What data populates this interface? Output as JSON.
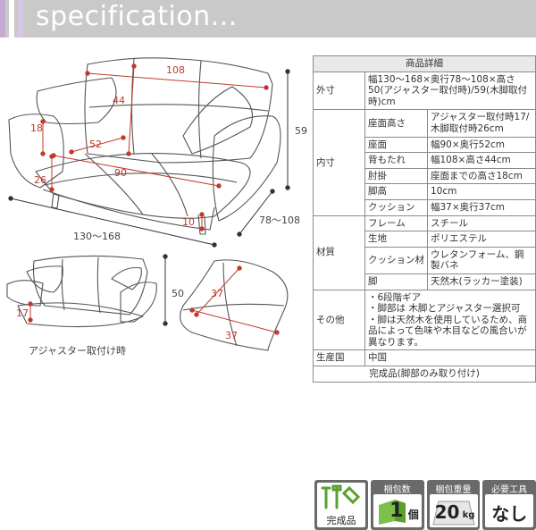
{
  "header": {
    "title": "specification..."
  },
  "dims": {
    "top_width": "108",
    "back_height": "44",
    "arm_height": "18",
    "seat_depth": "52",
    "seat_width": "90",
    "seat_height": "26",
    "leg_height": "10",
    "total_height": "59",
    "depth_range": "78～108",
    "width_range": "130～168",
    "adj_height": "50",
    "adj_arm": "17",
    "cushion_a": "37",
    "cushion_b": "37"
  },
  "caption": "アジャスター取付け時",
  "table": {
    "title": "商品詳細",
    "outer_label": "外寸",
    "outer_value": "幅130～168×奥行78～108×高さ50(アジャスター取付時)/59(木脚取付時)cm",
    "inner_label": "内寸",
    "inner_rows": [
      {
        "label": "座面高さ",
        "value": "アジャスター取付時17/木脚取付時26cm"
      },
      {
        "label": "座面",
        "value": "幅90×奥行52cm"
      },
      {
        "label": "背もたれ",
        "value": "幅108×高さ44cm"
      },
      {
        "label": "肘掛",
        "value": "座面までの高さ18cm"
      },
      {
        "label": "脚高",
        "value": "10cm"
      },
      {
        "label": "クッション",
        "value": "幅37×奥行37cm"
      }
    ],
    "material_label": "材質",
    "material_rows": [
      {
        "label": "フレーム",
        "value": "スチール"
      },
      {
        "label": "生地",
        "value": "ポリエステル"
      },
      {
        "label": "クッション材",
        "value": "ウレタンフォーム、鋼製バネ"
      },
      {
        "label": "脚",
        "value": "天然木(ラッカー塗装)"
      }
    ],
    "other_label": "その他",
    "other_lines": [
      "・6段階ギア",
      "・脚部は 木脚とアジャスター選択可",
      "・脚は天然木を使用しているため、商品によって色味や木目などの風合いが異なります。"
    ],
    "origin_label": "生産国",
    "origin_value": "中国",
    "footer": "完成品(脚部のみ取り付け)"
  },
  "icons": {
    "complete": {
      "label": "完成品"
    },
    "packages": {
      "title": "梱包数",
      "value": "1",
      "unit": "個"
    },
    "weight": {
      "title": "梱包重量",
      "value": "20",
      "unit": "kg"
    },
    "tools": {
      "title": "必要工具",
      "value": "なし"
    }
  }
}
